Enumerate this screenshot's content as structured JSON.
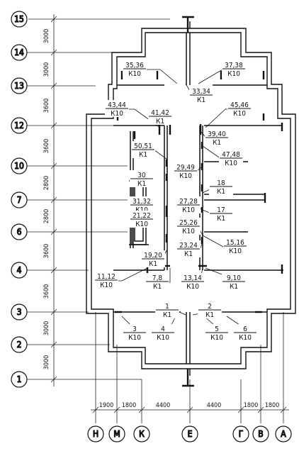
{
  "axes_rows": [
    "15",
    "14",
    "13",
    "12",
    "10",
    "7",
    "6",
    "4",
    "3",
    "2",
    "1"
  ],
  "axes_cols": [
    "Н",
    "М",
    "К",
    "Е",
    "Г",
    "В",
    "А"
  ],
  "row_dims": [
    "3000",
    "3000",
    "3600",
    "3600",
    "2800",
    "2800",
    "3600",
    "3600",
    "3000",
    "3000"
  ],
  "col_dims": [
    "1900",
    "1800",
    "4400",
    "4400",
    "1800",
    "1800"
  ],
  "tags": [
    {
      "top": "35,36",
      "bot": "К10"
    },
    {
      "top": "37,38",
      "bot": "К10"
    },
    {
      "top": "33,34",
      "bot": "К1"
    },
    {
      "top": "43,44",
      "bot": "К10"
    },
    {
      "top": "41,42",
      "bot": "К1"
    },
    {
      "top": "45,46",
      "bot": "К10"
    },
    {
      "top": "50,51",
      "bot": "К1"
    },
    {
      "top": "39,40",
      "bot": "К1"
    },
    {
      "top": "47,48",
      "bot": "К10"
    },
    {
      "top": "29,49",
      "bot": "К10"
    },
    {
      "top": "30",
      "bot": "К1"
    },
    {
      "top": "18",
      "bot": "К1"
    },
    {
      "top": "27,28",
      "bot": "К10"
    },
    {
      "top": "31,32",
      "bot": "К10"
    },
    {
      "top": "21,22",
      "bot": "К10"
    },
    {
      "top": "17",
      "bot": "К1"
    },
    {
      "top": "25,26",
      "bot": "К10"
    },
    {
      "top": "15,16",
      "bot": "К10"
    },
    {
      "top": "23,24",
      "bot": "К1"
    },
    {
      "top": "19,20",
      "bot": "К1"
    },
    {
      "top": "11,12",
      "bot": "К10"
    },
    {
      "top": "7,8",
      "bot": "К1"
    },
    {
      "top": "13,14",
      "bot": "К10"
    },
    {
      "top": "9,10",
      "bot": "К1"
    },
    {
      "top": "1",
      "bot": "К1"
    },
    {
      "top": "2",
      "bot": "К1"
    },
    {
      "top": "3",
      "bot": "К10"
    },
    {
      "top": "4",
      "bot": "К10"
    },
    {
      "top": "5",
      "bot": "К10"
    },
    {
      "top": "6",
      "bot": "К10"
    }
  ]
}
